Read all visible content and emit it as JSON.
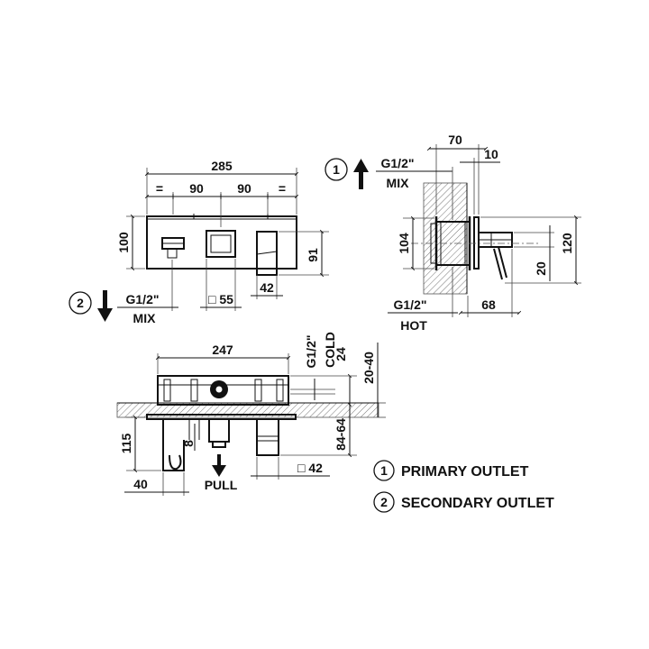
{
  "front_view": {
    "width": "285",
    "seg_equal_left": "=",
    "seg_1": "90",
    "seg_2": "90",
    "seg_equal_right": "=",
    "height_left": "100",
    "height_right": "91",
    "outlet_size": "42",
    "knob_size": "□ 55",
    "secondary_thread": "G1/2\"",
    "secondary_label": "MIX",
    "secondary_number": "2"
  },
  "side_view": {
    "depth_total": "70",
    "depth_small": "10",
    "primary_number": "1",
    "primary_thread": "G1/2\"",
    "primary_label": "MIX",
    "height_body": "104",
    "height_total": "120",
    "handle_offset": "20",
    "hot_thread": "G1/2\"",
    "hot_label": "HOT",
    "projection": "68"
  },
  "top_view": {
    "width": "247",
    "cold_thread": "G1/2\"",
    "cold_label": "COLD",
    "depth_24": "24",
    "range_20_40": "20-40",
    "range_84_64": "84-64",
    "height_115": "115",
    "dim_8": "8",
    "dim_40": "40",
    "pull_label": "PULL",
    "outlet_size": "□ 42"
  },
  "legend": [
    {
      "number": "1",
      "text": "PRIMARY OUTLET"
    },
    {
      "number": "2",
      "text": "SECONDARY OUTLET"
    }
  ]
}
